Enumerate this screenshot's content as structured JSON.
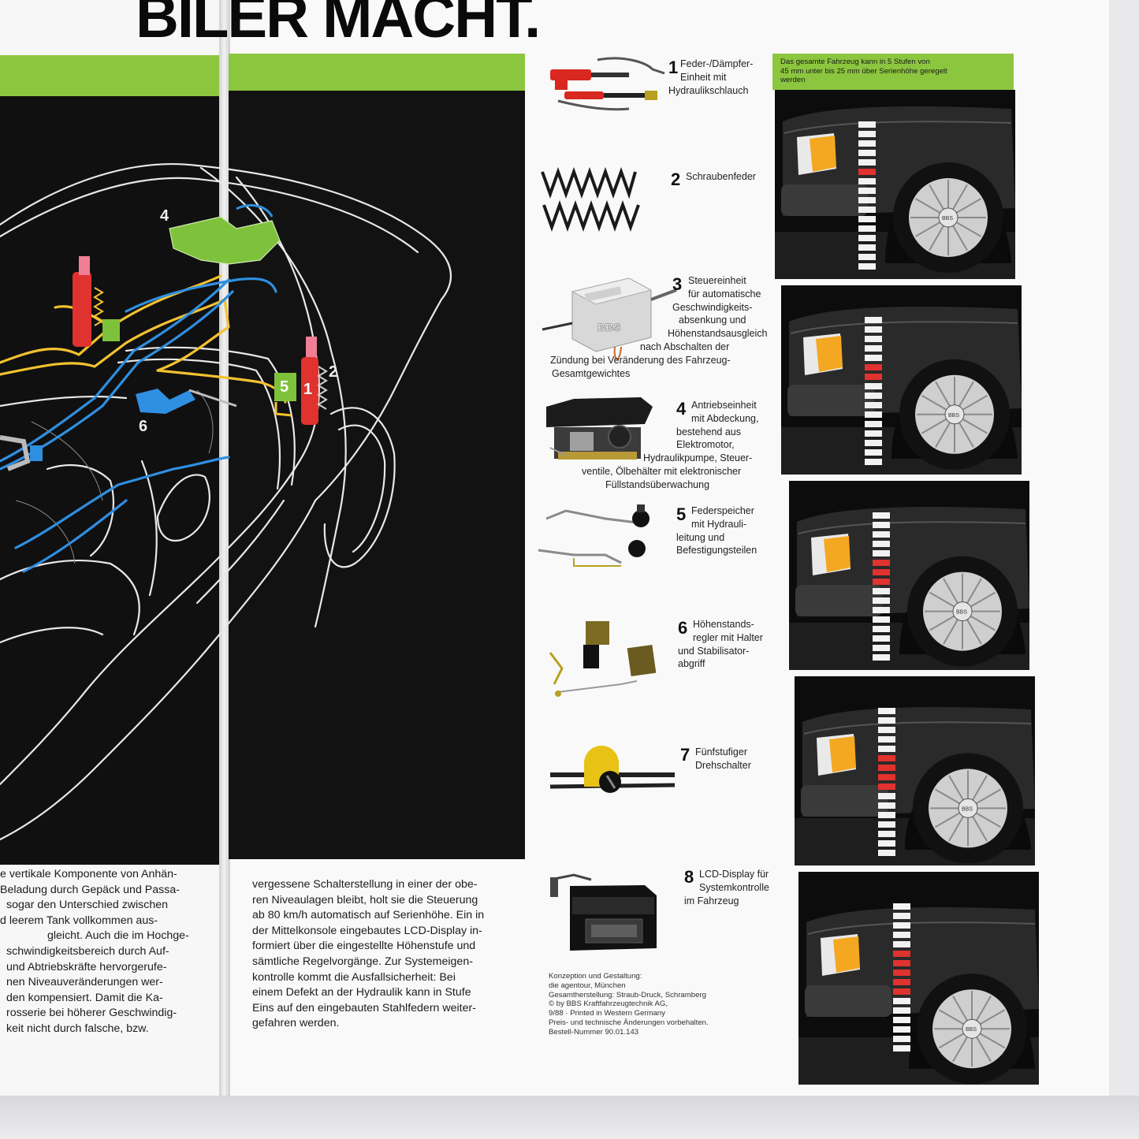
{
  "headline": "BILER MACHT.",
  "diagram_labels": [
    "4",
    "2",
    "5",
    "1",
    "6"
  ],
  "left_text_lines": [
    "e vertikale Komponente von Anhän-",
    "Beladung durch Gepäck und Passa-",
    "sogar den Unterschied zwischen",
    "d leerem Tank vollkommen aus-",
    "gleicht. Auch die im Hochge-",
    "schwindigkeitsbereich durch Auf-",
    "und Abtriebskräfte hervorgerufe-",
    "nen Niveauveränderungen wer-",
    "den kompensiert. Damit die Ka-",
    "rosserie bei höherer Geschwindig-",
    "keit nicht durch falsche, bzw."
  ],
  "right_text_lines": [
    "vergessene Schalterstellung in einer der obe-",
    "ren Niveaulagen bleibt, holt sie die Steuerung",
    "ab 80 km/h automatisch auf Serienhöhe. Ein in",
    "der Mittelkonsole eingebautes LCD-Display in-",
    "formiert über die eingestellte Höhenstufe und",
    "sämtliche Regelvorgänge. Zur Systemeigen-",
    "kontrolle kommt die Ausfallsicherheit: Bei",
    "einem Defekt an der Hydraulik kann in Stufe",
    "Eins auf den eingebauten Stahlfedern weiter-",
    "gefahren werden."
  ],
  "parts": [
    {
      "num": "1",
      "lines": [
        "Feder-/Dämpfer-",
        "Einheit mit",
        "Hydraulikschlauch"
      ]
    },
    {
      "num": "2",
      "lines": [
        "Schraubenfeder"
      ]
    },
    {
      "num": "3",
      "lines": [
        "Steuereinheit",
        "für automatische",
        "Geschwindigkeits-",
        "absenkung und",
        "Höhenstandsausgleich",
        "nach Abschalten der",
        "Zündung bei Veränderung des Fahrzeug-",
        "Gesamtgewichtes"
      ]
    },
    {
      "num": "4",
      "lines": [
        "Antriebseinheit",
        "mit Abdeckung,",
        "bestehend aus",
        "Elektromotor,",
        "Hydraulikpumpe, Steuer-",
        "ventile, Ölbehälter mit elektronischer",
        "Füllstandsüberwachung"
      ]
    },
    {
      "num": "5",
      "lines": [
        "Federspeicher",
        "mit Hydrauli-",
        "leitung und",
        "Befestigungsteilen"
      ]
    },
    {
      "num": "6",
      "lines": [
        "Höhenstands-",
        "regler mit Halter",
        "und Stabilisator-",
        "abgriff"
      ]
    },
    {
      "num": "7",
      "lines": [
        "Fünfstufiger",
        "Drehschalter"
      ]
    },
    {
      "num": "8",
      "lines": [
        "LCD-Display für",
        "Systemkontrolle",
        "im Fahrzeug"
      ]
    }
  ],
  "credits": [
    "Konzeption und Gestaltung:",
    "die agentour, München",
    "Gesamtherstellung: Straub-Druck, Schramberg",
    "© by BBS Kraftfahrzeugtechnik AG,",
    "9/88 · Printed in Western Germany",
    "Preis- und technische Änderungen vorbehalten.",
    "Bestell-Nummer 90.01.143"
  ],
  "caption_lines": [
    "Das gesamte Fahrzeug kann in 5 Stufen von",
    "45 mm unter bis 25 mm über Serienhöhe geregelt",
    "werden"
  ],
  "wheel_logo": "BBS",
  "height_steps": [
    1,
    2,
    3,
    4,
    5
  ],
  "colors": {
    "green": "#8cc63f",
    "dark": "#121212",
    "red": "#e0322e",
    "blue": "#2f8fe0",
    "yellow": "#f2c230"
  }
}
